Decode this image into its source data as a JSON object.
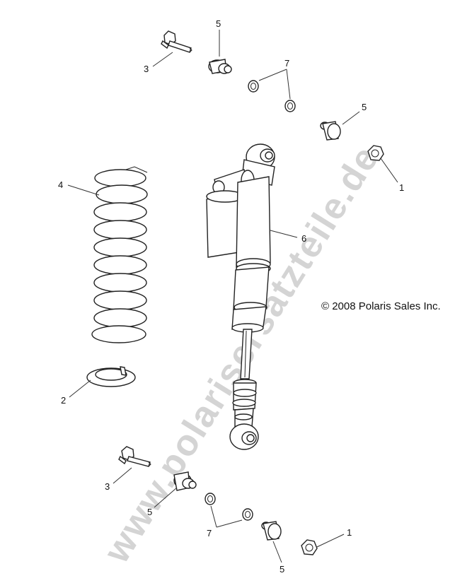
{
  "copyright": "© 2008 Polaris Sales Inc.",
  "watermark": "www.polarisersatzteile.de",
  "callouts": {
    "c1a": "1",
    "c1b": "1",
    "c2": "2",
    "c3a": "3",
    "c3b": "3",
    "c4": "4",
    "c5a": "5",
    "c5b": "5",
    "c5c": "5",
    "c5d": "5",
    "c6": "6",
    "c7a": "7",
    "c7b": "7"
  }
}
